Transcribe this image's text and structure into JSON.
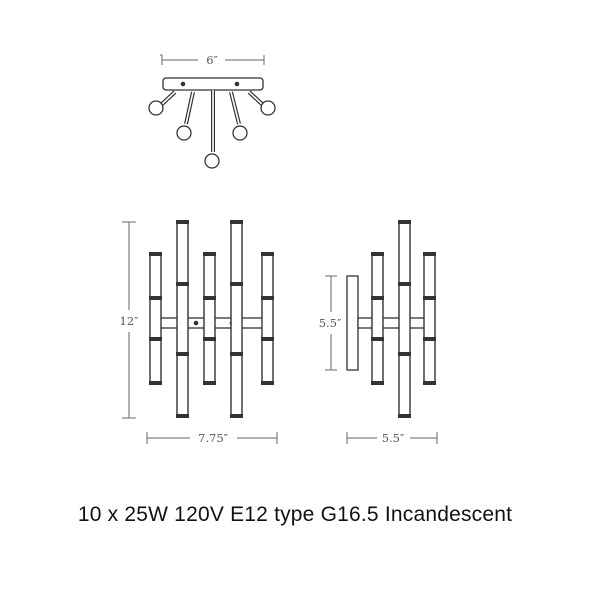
{
  "top_view": {
    "width_label": "6″"
  },
  "front_view": {
    "height_label": "12″",
    "width_label": "7.75″"
  },
  "side_view": {
    "height_label": "5.5″",
    "depth_label": "5.5″"
  },
  "spec_text": "10 x 25W 120V E12 type G16.5 Incandescent"
}
